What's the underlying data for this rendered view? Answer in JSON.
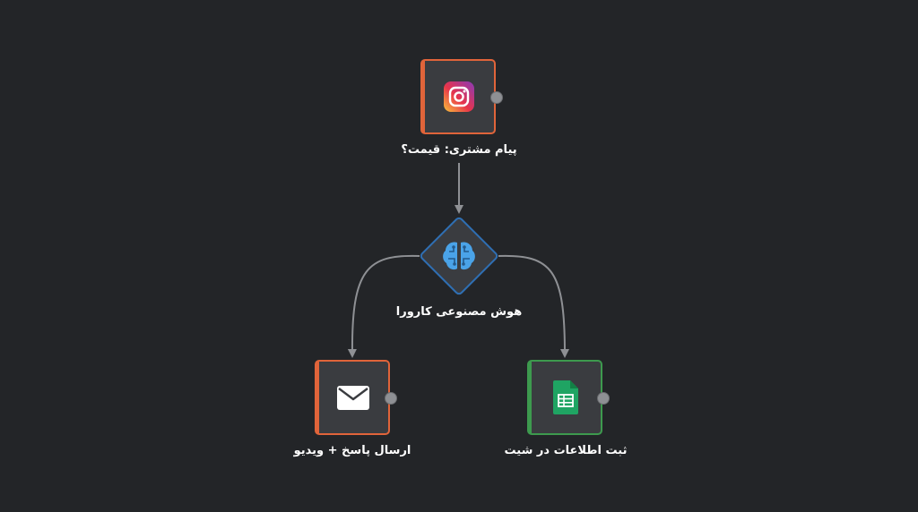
{
  "nodes": {
    "instagram": {
      "label": "پیام مشتری: قیمت؟",
      "icon": "instagram-icon",
      "accent": "#e0643a"
    },
    "ai": {
      "label": "هوش مصنوعی کارورا",
      "icon": "brain-icon",
      "accent": "#2f6fb3"
    },
    "email": {
      "label": "ارسال پاسخ + ویدیو",
      "icon": "envelope-icon",
      "accent": "#e0643a"
    },
    "sheet": {
      "label": "ثبت اطلاعات در شیت",
      "icon": "google-sheets-icon",
      "accent": "#3d9a4e"
    }
  }
}
